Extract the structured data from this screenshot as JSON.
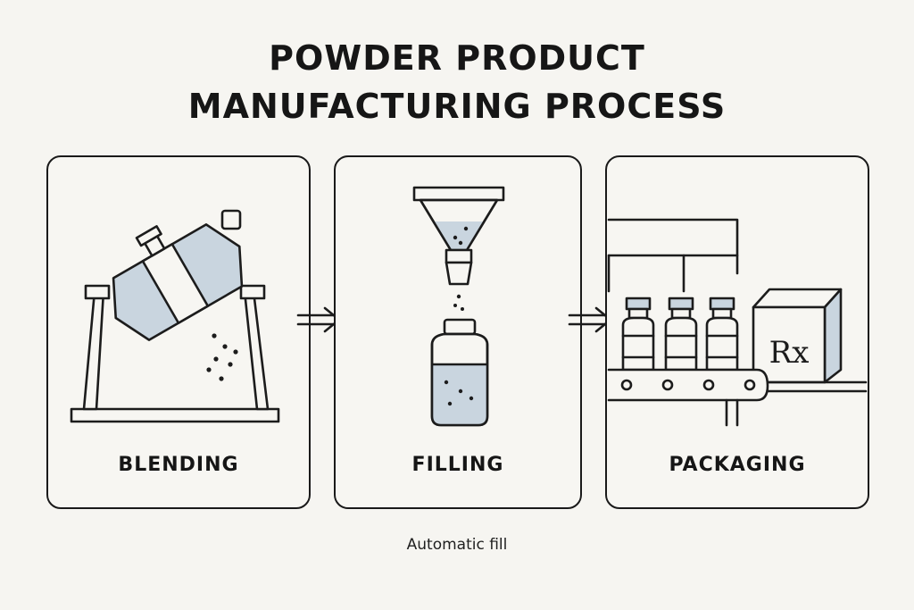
{
  "title": {
    "line1": "POWDER PRODUCT",
    "line2": "MANUFACTURING PROCESS"
  },
  "steps": [
    {
      "label": "BLENDING"
    },
    {
      "label": "FILLING"
    },
    {
      "label": "PACKAGING"
    }
  ],
  "box_symbol": "Rx",
  "caption": "Automatic fill",
  "colors": {
    "background": "#f6f5f1",
    "line": "#1c1c1c",
    "accent": "#c9d5df"
  }
}
